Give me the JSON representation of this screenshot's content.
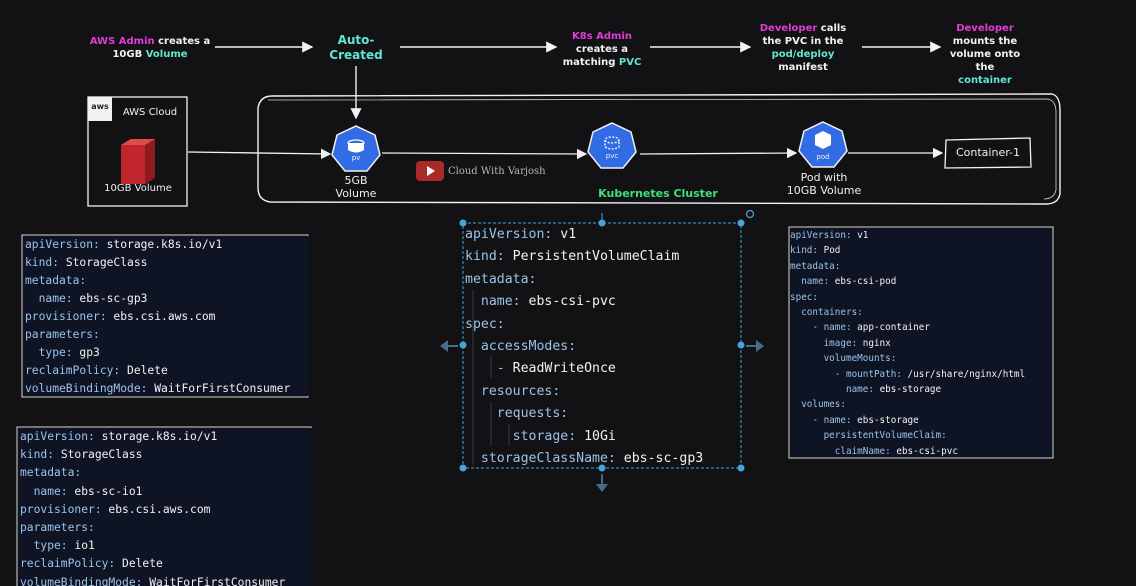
{
  "flow": {
    "step1": {
      "part1": "AWS Admin",
      "part2": " creates a",
      "part3": "10GB ",
      "part4": "Volume"
    },
    "step2": {
      "line1": "Auto-",
      "line2": "Created"
    },
    "step3": {
      "line1": "K8s Admin",
      "line2": "creates a",
      "line3": "matching ",
      "line4": "PVC"
    },
    "step4": {
      "part1": "Developer",
      "part2": " calls",
      "line2": "the PVC in the",
      "line3": "pod/deploy",
      "line4": "manifest"
    },
    "step5": {
      "line1": "Developer",
      "line2": "mounts the",
      "line3": "volume onto the",
      "line4": "container"
    }
  },
  "aws": {
    "logo_text": "aws",
    "label": "AWS Cloud",
    "volume_label": "10GB Volume"
  },
  "cluster": {
    "label": "Kubernetes Cluster",
    "pv": {
      "icon_text": "pv",
      "label_line1": "5GB",
      "label_line2": "Volume"
    },
    "pvc": {
      "icon_text": "pvc"
    },
    "pod": {
      "icon_text": "pod",
      "label_line1": "Pod with",
      "label_line2": "10GB Volume"
    },
    "container": {
      "label": "Container-1"
    }
  },
  "watermark": {
    "text": "Cloud With Varjosh"
  },
  "yaml": {
    "sc_gp3": [
      [
        "apiVersion: ",
        "storage.k8s.io/v1"
      ],
      [
        "kind: ",
        "StorageClass"
      ],
      [
        "metadata:",
        ""
      ],
      [
        "  name: ",
        "ebs-sc-gp3"
      ],
      [
        "provisioner: ",
        "ebs.csi.aws.com"
      ],
      [
        "parameters:",
        ""
      ],
      [
        "  type: ",
        "gp3"
      ],
      [
        "reclaimPolicy: ",
        "Delete"
      ],
      [
        "volumeBindingMode: ",
        "WaitForFirstConsumer"
      ]
    ],
    "sc_io1": [
      [
        "apiVersion: ",
        "storage.k8s.io/v1"
      ],
      [
        "kind: ",
        "StorageClass"
      ],
      [
        "metadata:",
        ""
      ],
      [
        "  name: ",
        "ebs-sc-io1"
      ],
      [
        "provisioner: ",
        "ebs.csi.aws.com"
      ],
      [
        "parameters:",
        ""
      ],
      [
        "  type: ",
        "io1"
      ],
      [
        "reclaimPolicy: ",
        "Delete"
      ],
      [
        "volumeBindingMode: ",
        "WaitForFirstConsumer"
      ]
    ],
    "pvc": [
      [
        "apiVersion: ",
        "v1"
      ],
      [
        "kind: ",
        "PersistentVolumeClaim"
      ],
      [
        "metadata:",
        ""
      ],
      [
        "  name: ",
        "ebs-csi-pvc"
      ],
      [
        "spec:",
        ""
      ],
      [
        "  accessModes:",
        ""
      ],
      [
        "    - ",
        "ReadWriteOnce"
      ],
      [
        "  resources:",
        ""
      ],
      [
        "    requests:",
        ""
      ],
      [
        "      storage: ",
        "10Gi"
      ],
      [
        "  storageClassName: ",
        "ebs-sc-gp3"
      ]
    ],
    "pod": [
      [
        "apiVersion: ",
        "v1"
      ],
      [
        "kind: ",
        "Pod"
      ],
      [
        "metadata:",
        ""
      ],
      [
        "  name: ",
        "ebs-csi-pod"
      ],
      [
        "spec:",
        ""
      ],
      [
        "  containers:",
        ""
      ],
      [
        "    - name: ",
        "app-container"
      ],
      [
        "      image: ",
        "nginx"
      ],
      [
        "      volumeMounts:",
        ""
      ],
      [
        "        - mountPath: ",
        "/usr/share/nginx/html"
      ],
      [
        "          name: ",
        "ebs-storage"
      ],
      [
        "  volumes:",
        ""
      ],
      [
        "    - name: ",
        "ebs-storage"
      ],
      [
        "      persistentVolumeClaim:",
        ""
      ],
      [
        "        claimName: ",
        "ebs-csi-pvc"
      ]
    ]
  }
}
